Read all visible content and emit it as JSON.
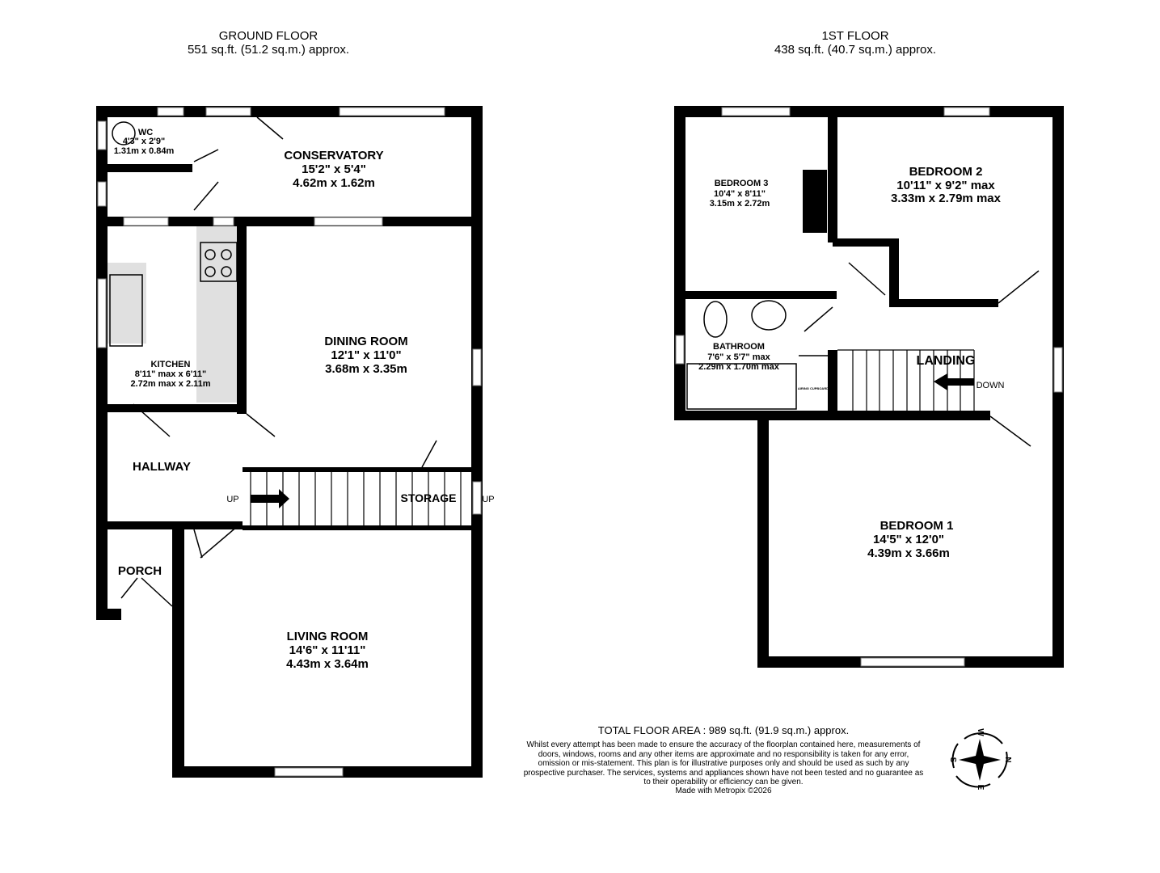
{
  "ground_floor": {
    "title": "GROUND FLOOR",
    "area": "551 sq.ft. (51.2 sq.m.) approx.",
    "rooms": [
      {
        "name": "WC",
        "imperial": "4'3\" x 2'9\"",
        "metric": "1.31m x 0.84m"
      },
      {
        "name": "CONSERVATORY",
        "imperial": "15'2\" x 5'4\"",
        "metric": "4.62m x 1.62m"
      },
      {
        "name": "KITCHEN",
        "imperial": "8'11\" max x 6'11\"",
        "metric": "2.72m max x 2.11m"
      },
      {
        "name": "DINING ROOM",
        "imperial": "12'1\" x 11'0\"",
        "metric": "3.68m x 3.35m"
      },
      {
        "name": "HALLWAY"
      },
      {
        "name": "STORAGE"
      },
      {
        "name": "PORCH"
      },
      {
        "name": "LIVING ROOM",
        "imperial": "14'6\" x 11'11\"",
        "metric": "4.43m x 3.64m"
      }
    ],
    "stair_labels": [
      "UP",
      "UP"
    ]
  },
  "first_floor": {
    "title": "1ST FLOOR",
    "area": "438 sq.ft. (40.7 sq.m.) approx.",
    "rooms": [
      {
        "name": "BEDROOM 3",
        "imperial": "10'4\" x 8'11\"",
        "metric": "3.15m x 2.72m"
      },
      {
        "name": "BEDROOM 2",
        "imperial": "10'11\" x 9'2\" max",
        "metric": "3.33m x 2.79m max"
      },
      {
        "name": "BATHROOM",
        "imperial": "7'6\" x 5'7\" max",
        "metric": "2.29m x 1.70m max"
      },
      {
        "name": "LANDING"
      },
      {
        "name": "BEDROOM 1",
        "imperial": "14'5\" x 12'0\"",
        "metric": "4.39m x 3.66m"
      }
    ],
    "cupboard": "AIRING CUPBOARD",
    "stair_label": "DOWN"
  },
  "footer": {
    "total": "TOTAL FLOOR AREA : 989 sq.ft. (91.9 sq.m.) approx.",
    "disclaimer": "Whilst every attempt has been made to ensure the accuracy of the floorplan contained here, measurements of doors, windows, rooms and any other items are approximate and no responsibility is taken for any error, omission or mis-statement. This plan is for illustrative purposes only and should be used as such by any prospective purchaser. The services, systems and appliances shown have not been tested and no guarantee as to their operability or efficiency can be given.",
    "made_with": "Made with Metropix ©2026"
  },
  "compass": {
    "n": "N",
    "e": "E",
    "s": "S",
    "w": "W"
  }
}
